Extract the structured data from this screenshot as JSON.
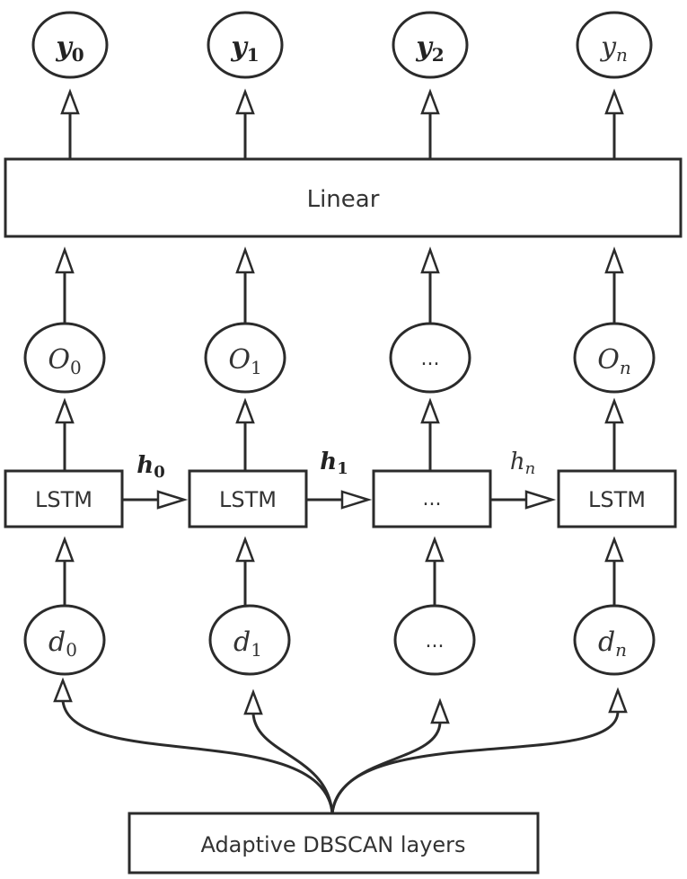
{
  "outputs": [
    {
      "base": "y",
      "sub": "0"
    },
    {
      "base": "y",
      "sub": "1"
    },
    {
      "base": "y",
      "sub": "2"
    },
    {
      "base": "y",
      "sub": "n"
    }
  ],
  "linear_label": "Linear",
  "states": [
    {
      "base": "O",
      "sub": "0"
    },
    {
      "base": "O",
      "sub": "1"
    },
    {
      "text": "..."
    },
    {
      "base": "O",
      "sub": "n"
    }
  ],
  "lstm_cells": [
    "LSTM",
    "LSTM",
    "...",
    "LSTM"
  ],
  "hidden": [
    {
      "base": "h",
      "sub": "0"
    },
    {
      "base": "h",
      "sub": "1"
    },
    {
      "base": "h",
      "sub": "n"
    }
  ],
  "inputs": [
    {
      "base": "d",
      "sub": "0"
    },
    {
      "base": "d",
      "sub": "1"
    },
    {
      "text": "..."
    },
    {
      "base": "d",
      "sub": "n"
    }
  ],
  "source_label": "Adaptive DBSCAN layers"
}
